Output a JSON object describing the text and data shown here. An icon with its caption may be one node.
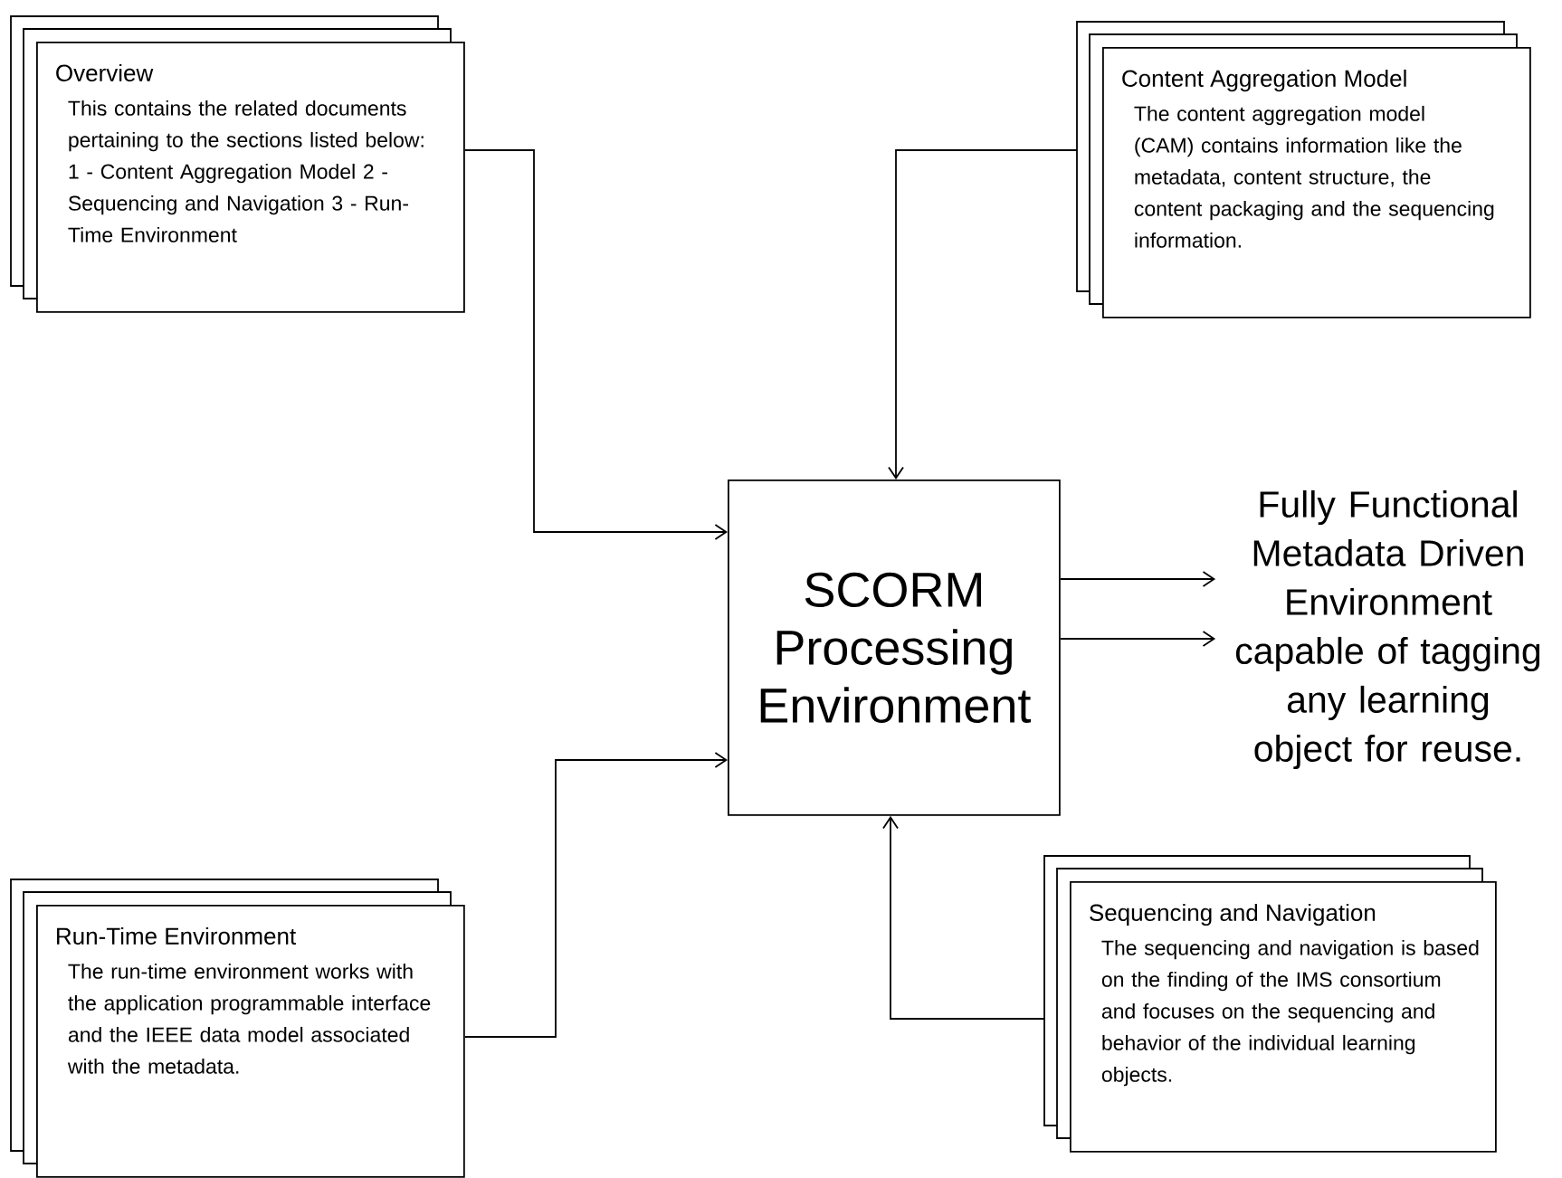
{
  "diagram": {
    "nodes": [
      {
        "text": [
          "Overview",
          "This contains the related documents pertaining to the sections listed below: 1 - Content Aggregation Model 2 - Sequencing and Navigation 3 - Run-Time Environment"
        ]
      },
      {
        "text": [
          "Content Aggregation Model",
          "The content aggregation model (CAM) contains information like the metadata, content structure, the content packaging and the sequencing information."
        ]
      },
      {
        "text": [
          "SCORM Processing Environment"
        ]
      },
      {
        "text": [
          "Fully Functional Metadata Driven Environment capable of tagging any learning object for reuse."
        ]
      },
      {
        "text": [
          "Run-Time Environment",
          "The run-time environment works with the application programmable interface and the IEEE data model associated with the metadata."
        ]
      },
      {
        "text": [
          "Sequencing and Navigation",
          "The sequencing and navigation is based on the finding of the IMS consortium and focuses on the sequencing and behavior of the individual learning objects."
        ]
      }
    ],
    "edges": [
      {
        "from": 0,
        "to": 2,
        "arrow": "to"
      },
      {
        "from": 1,
        "to": 2,
        "arrow": "to"
      },
      {
        "from": 2,
        "to": 3,
        "arrow": "to"
      },
      {
        "from": 2,
        "to": 3,
        "arrow": "to"
      },
      {
        "from": 4,
        "to": 2,
        "arrow": "to"
      },
      {
        "from": 5,
        "to": 2,
        "arrow": "to"
      }
    ]
  }
}
